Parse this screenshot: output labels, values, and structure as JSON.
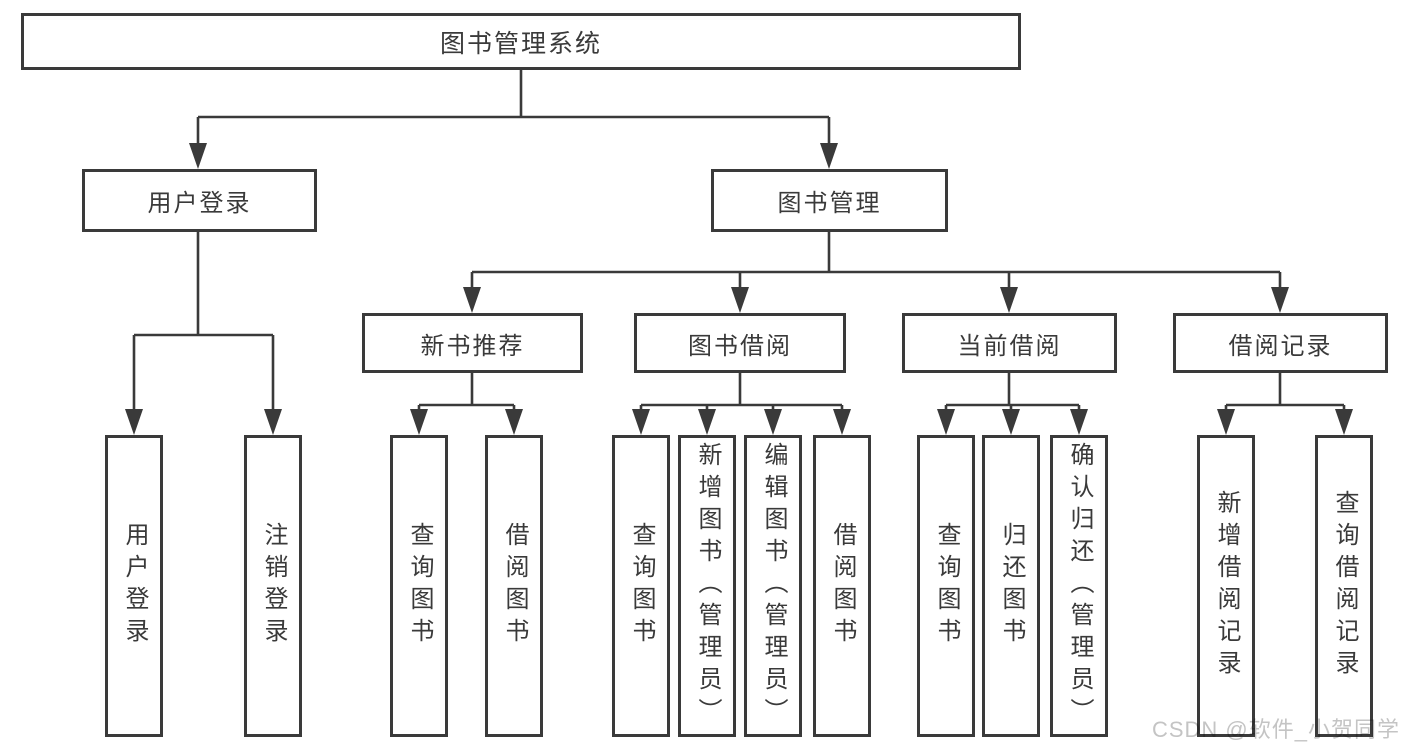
{
  "tree": {
    "root": {
      "label": "图书管理系统"
    },
    "branches": [
      {
        "label": "用户登录",
        "children": [
          {
            "label": "用户登录"
          },
          {
            "label": "注销登录"
          }
        ]
      },
      {
        "label": "图书管理",
        "children": [
          {
            "label": "新书推荐",
            "children": [
              {
                "label": "查询图书"
              },
              {
                "label": "借阅图书"
              }
            ]
          },
          {
            "label": "图书借阅",
            "children": [
              {
                "label": "查询图书"
              },
              {
                "label": "新增图书（管理员）"
              },
              {
                "label": "编辑图书（管理员）"
              },
              {
                "label": "借阅图书"
              }
            ]
          },
          {
            "label": "当前借阅",
            "children": [
              {
                "label": "查询图书"
              },
              {
                "label": "归还图书"
              },
              {
                "label": "确认归还（管理员）"
              }
            ]
          },
          {
            "label": "借阅记录",
            "children": [
              {
                "label": "新增借阅记录"
              },
              {
                "label": "查询借阅记录"
              }
            ]
          }
        ]
      }
    ]
  },
  "watermark": {
    "text": "CSDN @软件_小贺同学"
  },
  "colors": {
    "line": "#3a3a3a",
    "text": "#3a3a3a",
    "watermark": "#c4c4c4",
    "background": "#ffffff"
  }
}
